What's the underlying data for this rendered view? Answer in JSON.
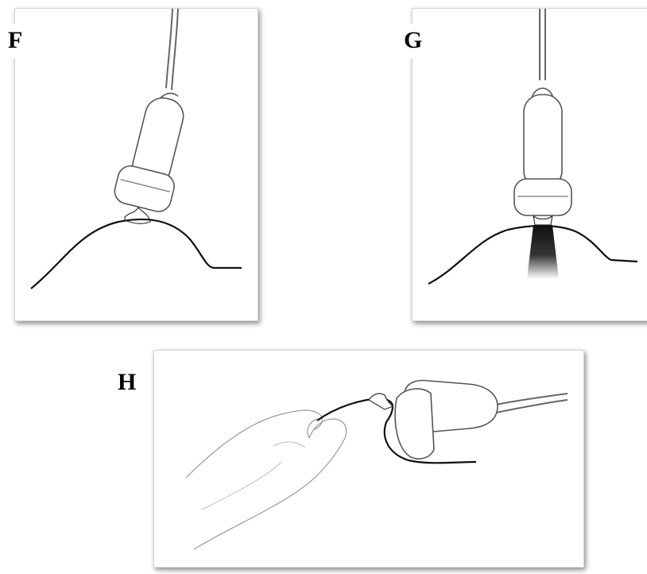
{
  "panels": [
    {
      "label": "F"
    },
    {
      "label": "G"
    },
    {
      "label": "H"
    }
  ]
}
